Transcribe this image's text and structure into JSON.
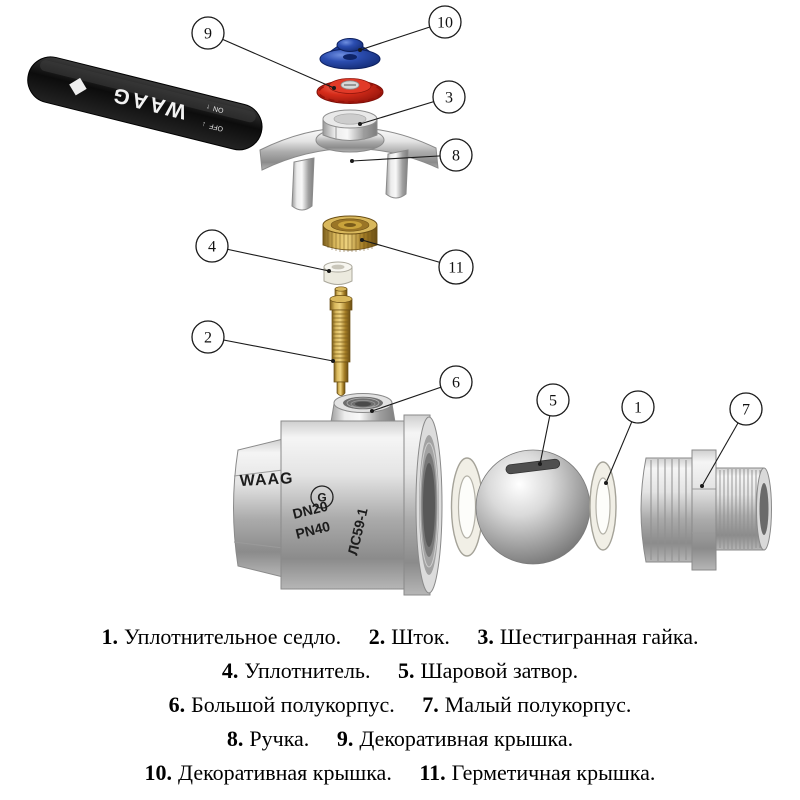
{
  "callouts": [
    "1",
    "2",
    "3",
    "4",
    "5",
    "6",
    "7",
    "8",
    "9",
    "10",
    "11"
  ],
  "markings": {
    "handle_brand": "WAAG",
    "handle_on": "ON",
    "handle_off": "OFF",
    "body_brand": "WAAG",
    "body_cert": "G",
    "body_size": "DN20",
    "body_pressure": "PN40",
    "body_material": "ЛС59-1"
  },
  "icons": {
    "arrow_up": "↑",
    "arrow_down": "↓"
  },
  "colors": {
    "blue_cap": "#1d3d9a",
    "red_cap": "#d62c1a",
    "brass": "#c9a33b",
    "metal": "#bdbdbd",
    "handle": "#111111"
  },
  "legend": {
    "rows": [
      [
        {
          "n": "1.",
          "t": "Уплотнительное седло."
        },
        {
          "n": "2.",
          "t": "Шток."
        },
        {
          "n": "3.",
          "t": "Шестигранная гайка."
        }
      ],
      [
        {
          "n": "4.",
          "t": "Уплотнитель."
        },
        {
          "n": "5.",
          "t": "Шаровой затвор."
        }
      ],
      [
        {
          "n": "6.",
          "t": "Большой полукорпус."
        },
        {
          "n": "7.",
          "t": "Малый полукорпус."
        }
      ],
      [
        {
          "n": "8.",
          "t": "Ручка."
        },
        {
          "n": "9.",
          "t": "Декоративная крышка."
        }
      ],
      [
        {
          "n": "10.",
          "t": "Декоративная крышка."
        },
        {
          "n": "11.",
          "t": "Герметичная крышка."
        }
      ]
    ]
  }
}
